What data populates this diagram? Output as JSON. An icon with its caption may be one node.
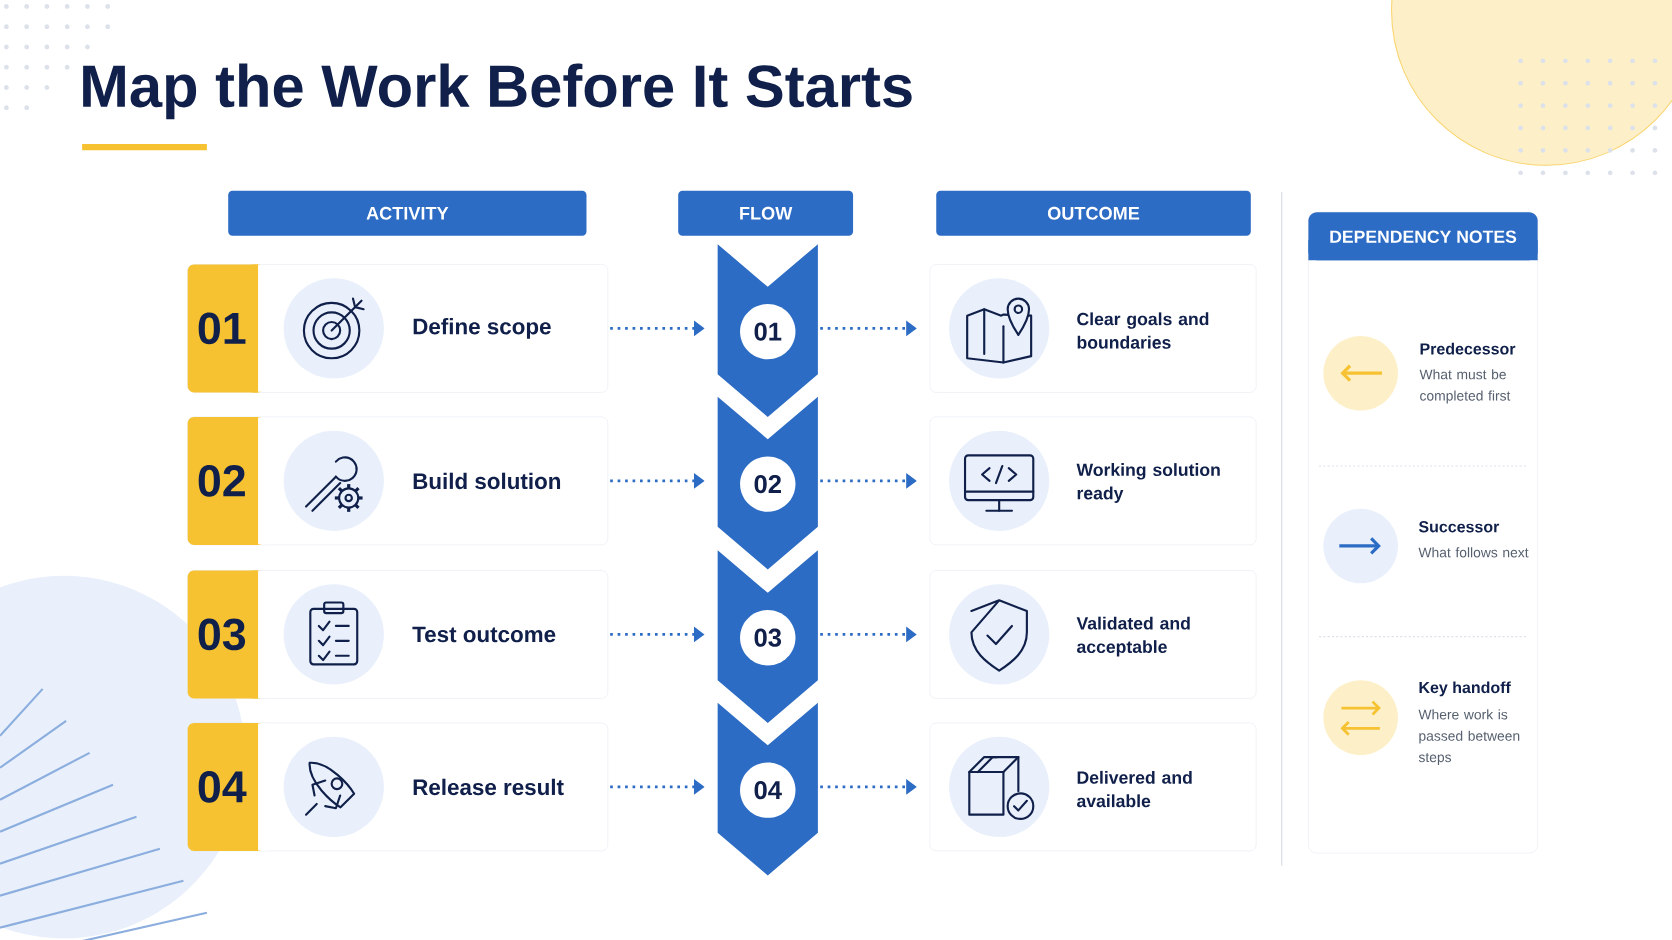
{
  "diagram": {
    "title": "Map the Work Before It Starts",
    "nodes": [
      {
        "text": [
          "ACTIVITY"
        ]
      },
      {
        "text": [
          "FLOW"
        ]
      },
      {
        "text": [
          "OUTCOME"
        ]
      },
      {
        "text": [
          "01",
          "Define scope"
        ]
      },
      {
        "text": [
          "02",
          "Build solution"
        ]
      },
      {
        "text": [
          "03",
          "Test outcome"
        ]
      },
      {
        "text": [
          "04",
          "Release result"
        ]
      },
      {
        "text": [
          "01"
        ]
      },
      {
        "text": [
          "02"
        ]
      },
      {
        "text": [
          "03"
        ]
      },
      {
        "text": [
          "04"
        ]
      },
      {
        "text": [
          "Clear goals and boundaries"
        ]
      },
      {
        "text": [
          "Working solution ready"
        ]
      },
      {
        "text": [
          "Validated and acceptable"
        ]
      },
      {
        "text": [
          "Delivered and available"
        ]
      },
      {
        "text": [
          "DEPENDENCY NOTES"
        ]
      }
    ],
    "edges": [
      {
        "from": 3,
        "to": 7,
        "arrow": "to"
      },
      {
        "from": 7,
        "to": 11,
        "arrow": "to"
      },
      {
        "from": 4,
        "to": 8,
        "arrow": "to"
      },
      {
        "from": 8,
        "to": 12,
        "arrow": "to"
      },
      {
        "from": 5,
        "to": 9,
        "arrow": "to"
      },
      {
        "from": 9,
        "to": 13,
        "arrow": "to"
      },
      {
        "from": 6,
        "to": 10,
        "arrow": "to"
      },
      {
        "from": 10,
        "to": 14,
        "arrow": "to"
      }
    ],
    "labels": [
      "Predecessor",
      "What must be completed first",
      "Successor",
      "What follows next",
      "Key handoff",
      "Where work is passed between steps"
    ]
  }
}
